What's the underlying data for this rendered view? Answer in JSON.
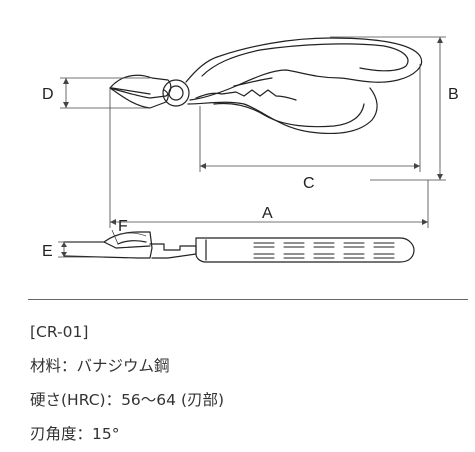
{
  "dimensions": {
    "a": "A",
    "b": "B",
    "c": "C",
    "d": "D",
    "e": "E",
    "f": "F"
  },
  "specs": {
    "model": "[CR-01]",
    "material": "材料：バナジウム鋼",
    "hardness": "硬さ(HRC)：56〜64 (刃部)",
    "blade_angle": "刃角度：15°"
  }
}
